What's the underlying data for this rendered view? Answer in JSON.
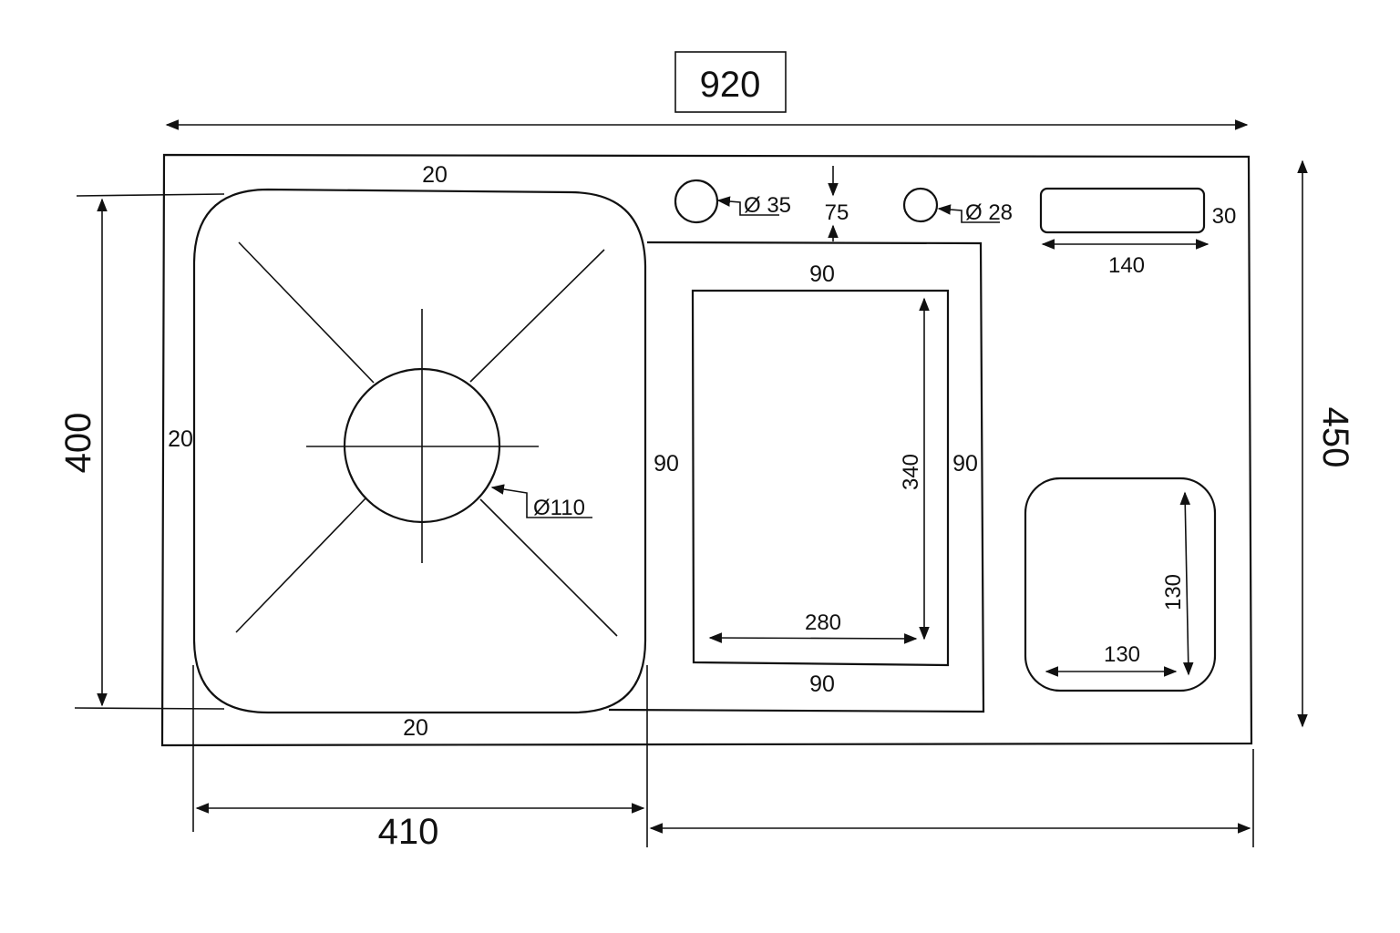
{
  "overall": {
    "width_label": "920",
    "height_label": "450"
  },
  "main_bowl": {
    "height_label": "400",
    "width_label": "410",
    "top_margin": "20",
    "left_margin": "20",
    "bottom_margin": "20",
    "drain_diameter": "Ø110"
  },
  "taps": {
    "hole_left": "Ø 35",
    "hole_right": "Ø 28",
    "offset": "75"
  },
  "dispenser": {
    "width": "140",
    "height": "30"
  },
  "drainboard": {
    "margin_top": "90",
    "margin_left": "90",
    "margin_right": "90",
    "margin_bottom": "90",
    "inner_width": "280",
    "inner_height": "340"
  },
  "small_bowl": {
    "width": "130",
    "height": "130"
  }
}
